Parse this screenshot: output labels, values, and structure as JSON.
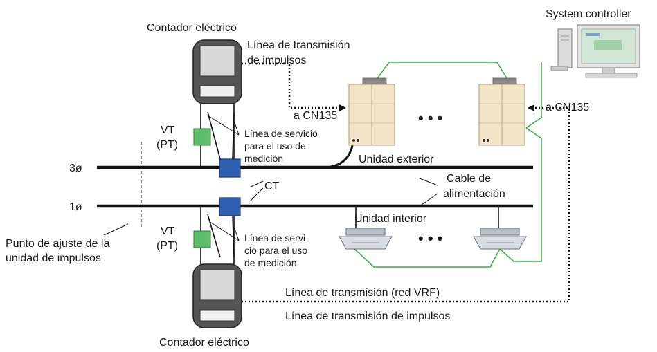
{
  "labels": {
    "meter_top": "Contador eléctrico",
    "meter_bottom": "Contador eléctrico",
    "pulse_line_top_1": "Línea de transmisión",
    "pulse_line_top_2": "de impulsos",
    "to_cn135_left": "a CN135",
    "to_cn135_right": "a CN135",
    "system_controller": "System controller",
    "vt_top_1": "VT",
    "vt_top_2": "(PT)",
    "vt_bottom_1": "VT",
    "vt_bottom_2": "(PT)",
    "service_top_1": "Línea de servicio",
    "service_top_2": "para el uso de",
    "service_top_3": "medición",
    "outdoor_unit": "Unidad exterior",
    "phase_3": "3ø",
    "phase_1": "1ø",
    "ct": "CT",
    "power_cable_1": "Cable de",
    "power_cable_2": "alimentación",
    "indoor_unit": "Unidad interior",
    "setpoint_1": "Punto de ajuste de la",
    "setpoint_2": "unidad de impulsos",
    "service_bottom_1": "Línea de servi-",
    "service_bottom_2": "cio para el uso",
    "service_bottom_3": "de medición",
    "vrf_line": "Línea de transmisión (red VRF)",
    "pulse_line_bottom": "Línea de transmisión de impulsos",
    "ellipsis_outdoor": "• • •",
    "ellipsis_indoor": "• • •"
  },
  "colors": {
    "meter_body": "#555555",
    "meter_window": "#d8d8d8",
    "vt_box": "#5dbd6a",
    "ct_box": "#2f5fb0",
    "outdoor_unit": "#f3e5c8",
    "vrf_line": "#3cb043"
  }
}
